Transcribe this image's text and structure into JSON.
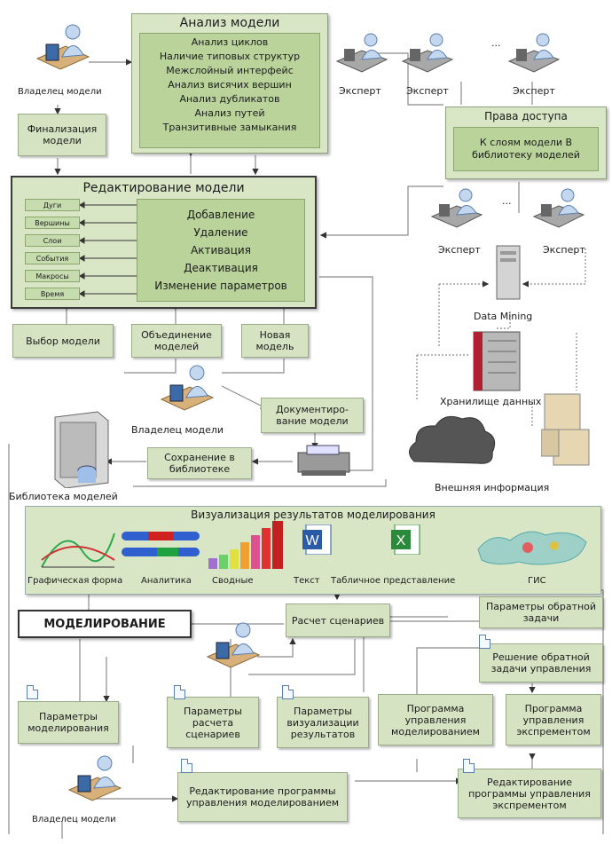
{
  "analysis": {
    "title": "Анализ модели",
    "items": [
      "Анализ циклов",
      "Наличие типовых структур",
      "Межслойный интерфейс",
      "Анализ висячих вершин",
      "Анализ дубликатов",
      "Анализ путей",
      "Транзитивные замыкания"
    ]
  },
  "owner_label": "Владелец модели",
  "finalization": "Финализация модели",
  "experts": [
    "Эксперт",
    "Эксперт",
    "Эксперт"
  ],
  "ellipsis": "...",
  "access": {
    "title": "Права доступа",
    "text": "К слоям модели В библиотеку моделей"
  },
  "editing": {
    "title": "Редактирование модели",
    "left_items": [
      "Дуги",
      "Вершины",
      "Слои",
      "События",
      "Макросы",
      "Время"
    ],
    "right_items": [
      "Добавление",
      "Удаление",
      "Активация",
      "Деактивация",
      "Изменение параметров"
    ]
  },
  "experts2": [
    "Эксперт",
    "Эксперт"
  ],
  "data_mining": "Data Mining",
  "storage": "Хранилище данных",
  "external": "Внешняя информация",
  "select_model": "Выбор модели",
  "merge_models": "Объединение моделей",
  "new_model": "Новая модель",
  "owner_label2": "Владелец модели",
  "documenting": "Документиро- вание модели",
  "save_lib": "Сохранение в библиотеке",
  "library": "Библиотека моделей",
  "visualization": {
    "title": "Визуализация результатов моделирования",
    "items": [
      "Графическая форма",
      "Аналитика",
      "Сводные",
      "Текст",
      "Табличное представление",
      "ГИС"
    ]
  },
  "modeling": "МОДЕЛИРОВАНИЕ",
  "scenario_calc": "Расчет сценариев",
  "inverse_params": "Параметры обратной задачи",
  "inverse_solve": "Решение обратной задачи управления",
  "model_params": "Параметры моделирования",
  "scenario_params": "Параметры расчета сценариев",
  "vis_params": "Параметры визуализации результатов",
  "program_model": "Программа управления моделированием",
  "program_exp": "Программа управления экспрементом",
  "edit_program_model": "Редактирование программы управления моделированием",
  "edit_program_exp": "Редактирование программы управления экспрементом",
  "owner_label3": "Владелец модели"
}
